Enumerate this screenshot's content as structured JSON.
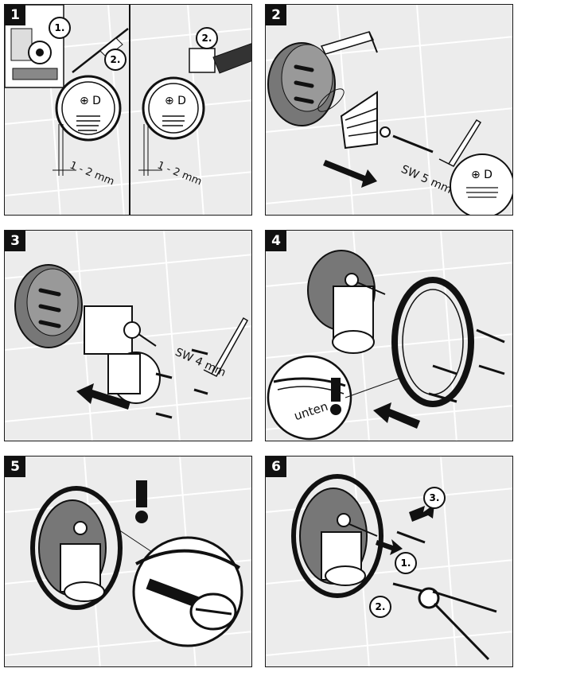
{
  "steps": [
    {
      "number": "1",
      "substeps": [
        "1.",
        "2.",
        "2."
      ],
      "measure": "1 - 2 mm"
    },
    {
      "number": "2",
      "tool": "SW 5 mm"
    },
    {
      "number": "3",
      "tool": "SW 4 mm"
    },
    {
      "number": "4",
      "callout": "unten"
    },
    {
      "number": "5"
    },
    {
      "number": "6",
      "substeps": [
        "1.",
        "2.",
        "3."
      ]
    }
  ],
  "colors": {
    "tile": "#ececec",
    "ink": "#111111",
    "grout": "#ffffff"
  }
}
